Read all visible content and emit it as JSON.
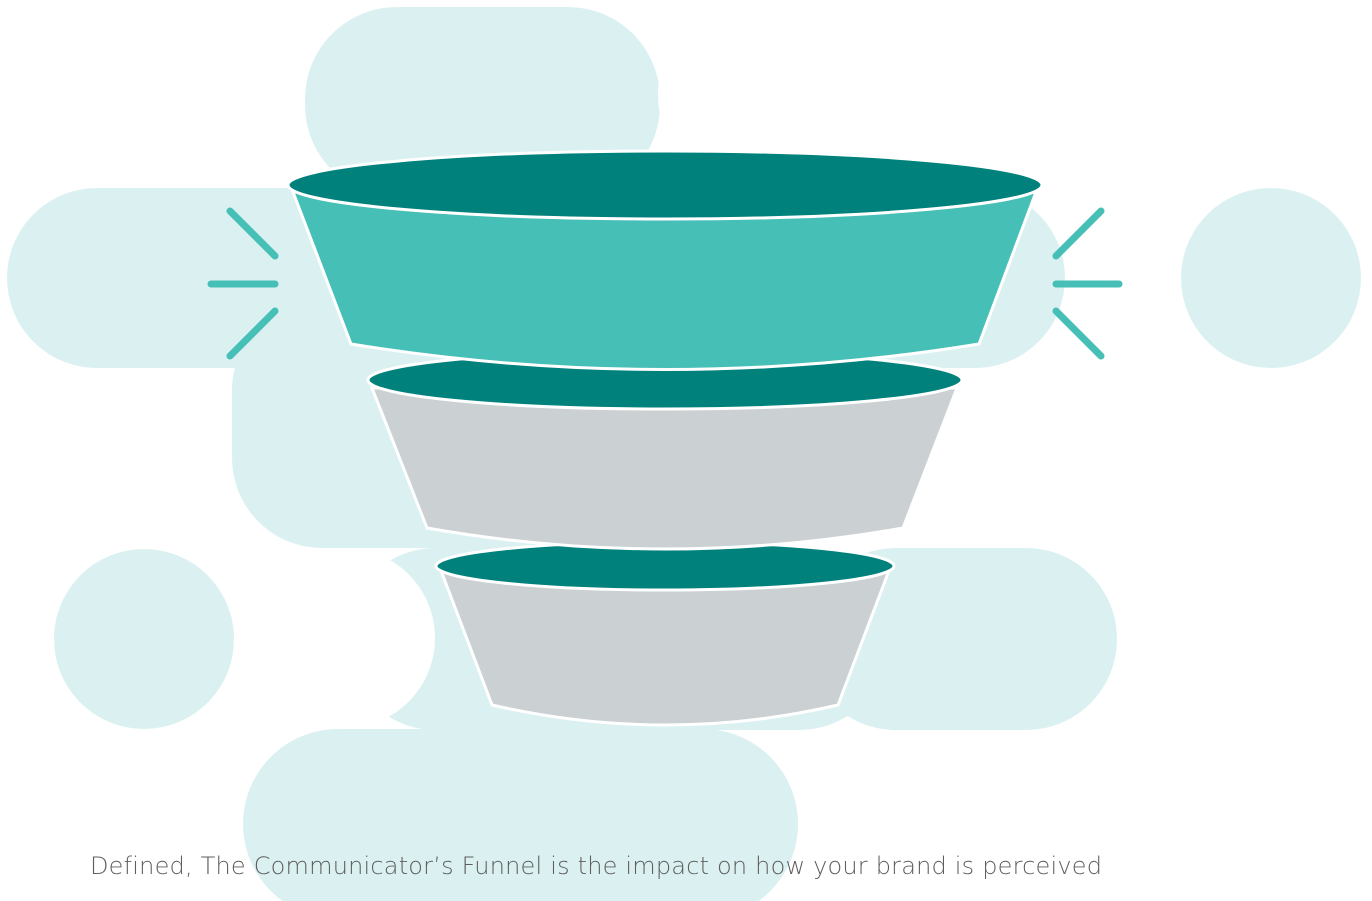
{
  "caption": "Defined, The Communicator’s Funnel is the impact on how your brand is perceived",
  "colors": {
    "background": "#ffffff",
    "blob": "#dbf1f1",
    "tier_top": "#46bfb7",
    "rim": "#00817c",
    "tier_gray": "#cbd0d3",
    "spark": "#46bfb7",
    "text": "#5e5e5e"
  },
  "funnel": {
    "tiers": [
      {
        "name": "top",
        "highlighted": true
      },
      {
        "name": "middle",
        "highlighted": false
      },
      {
        "name": "bottom",
        "highlighted": false
      }
    ]
  },
  "icons": {
    "left_spark": "spark-lines-icon",
    "right_spark": "spark-lines-icon"
  }
}
